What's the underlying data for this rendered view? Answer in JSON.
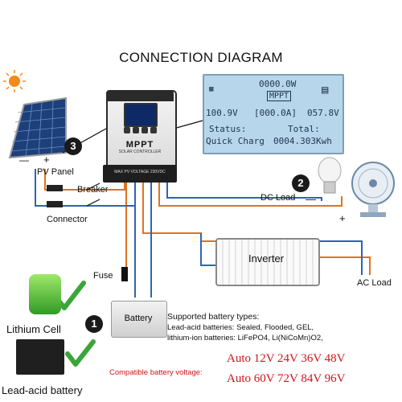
{
  "title": "CONNECTION DIAGRAM",
  "lcd": {
    "power": "0000.0W",
    "brand": "MPPT",
    "pv_voltage": "100.9V",
    "current": "[000.0A]",
    "battery_voltage": "057.8V",
    "status_label": "Status:",
    "status_value": "Quick Charg",
    "total_label": "Total:",
    "total_value": "0004.303Kwh"
  },
  "controller": {
    "brand": "MPPT",
    "subtitle": "SOLAR CONTROLLER",
    "max_pv": "MAX PV VOLTAGE 230VDC"
  },
  "labels": {
    "pv_panel": "PV Panel",
    "breaker": "Breaker",
    "connector": "Connector",
    "dc_load": "DC Load",
    "inverter": "Inverter",
    "ac_load": "AC Load",
    "fuse": "Fuse",
    "battery": "Battery",
    "lithium_cell": "Lithium Cell",
    "lead_acid_battery": "Lead-acid battery",
    "minus": "—",
    "plus": "+",
    "plus_small": "+",
    "minus_small": "—"
  },
  "markers": {
    "one": "1",
    "two": "2",
    "three": "3"
  },
  "supported": {
    "heading": "Supported battery types:",
    "line1": "Lead-acid batteries: Sealed, Flooded, GEL,",
    "line2": "lithium-ion batteries: LiFePO4, Li(NiCoMn)O2,"
  },
  "compatible_label": "Compatible battery voltage:",
  "voltages_line1": "Auto 12V 24V 36V 48V",
  "voltages_line2": "Auto 60V 72V 84V 96V",
  "colors": {
    "wire_red": "#e1731c",
    "wire_blue": "#2f63b8",
    "voltage_red": "#d0141c",
    "check_green": "#3aa53a"
  }
}
